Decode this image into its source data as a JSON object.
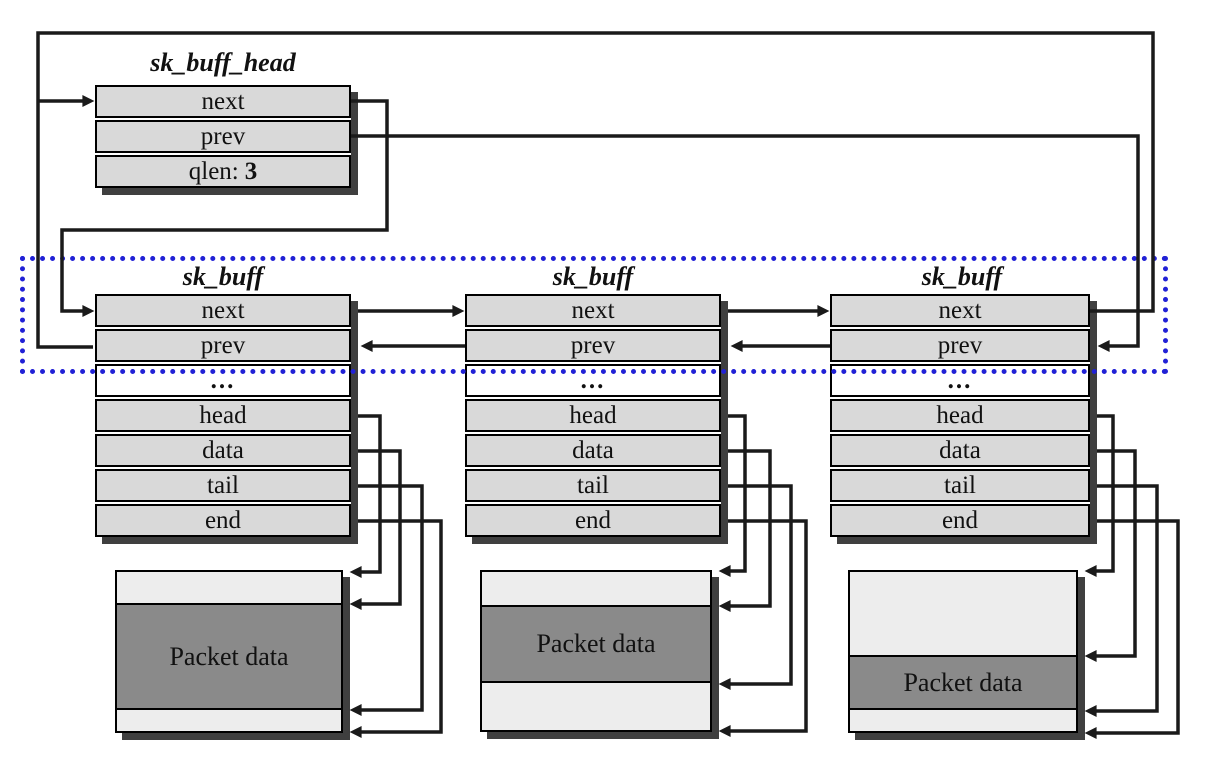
{
  "colors": {
    "row_gray": "#d9d9d9",
    "packet_light": "#ededed",
    "packet_dark": "#8a8a8a",
    "line_black": "#1a1a1a",
    "dotted_blue": "#2121d6",
    "shadow_gray": "#3f3f3f"
  },
  "head_struct": {
    "title": "sk_buff_head",
    "fields": [
      "next",
      "prev"
    ],
    "qlen_label": "qlen:",
    "qlen_value": "3"
  },
  "sk_buffs": [
    {
      "title": "sk_buff",
      "fields": [
        "next",
        "prev",
        "...",
        "head",
        "data",
        "tail",
        "end"
      ],
      "packet_label": "Packet data"
    },
    {
      "title": "sk_buff",
      "fields": [
        "next",
        "prev",
        "...",
        "head",
        "data",
        "tail",
        "end"
      ],
      "packet_label": "Packet data"
    },
    {
      "title": "sk_buff",
      "fields": [
        "next",
        "prev",
        "...",
        "head",
        "data",
        "tail",
        "end"
      ],
      "packet_label": "Packet data"
    }
  ]
}
